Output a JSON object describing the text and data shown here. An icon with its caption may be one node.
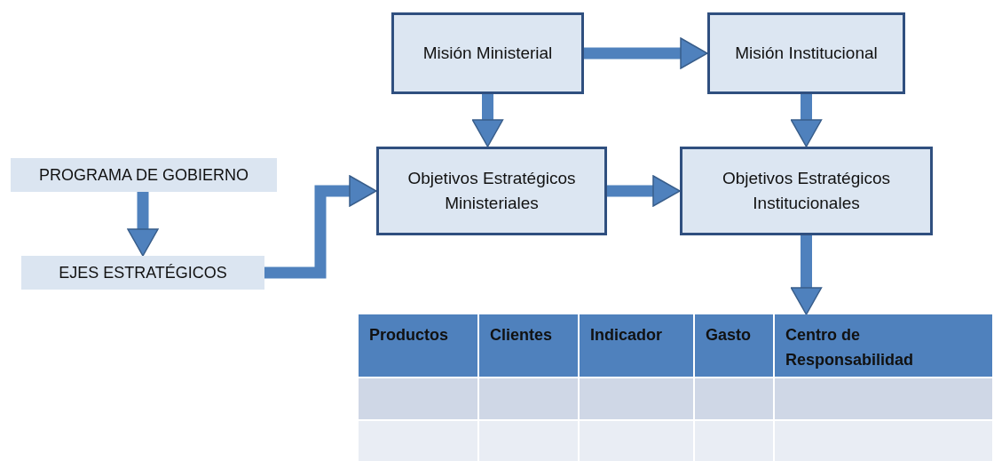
{
  "diagram": {
    "nodes": [
      {
        "text": [
          "PROGRAMA DE GOBIERNO"
        ]
      },
      {
        "text": [
          "EJES ESTRATÉGICOS"
        ]
      },
      {
        "text": [
          "Misión Ministerial"
        ]
      },
      {
        "text": [
          "Misión Institucional"
        ]
      },
      {
        "text": [
          "Objetivos Estratégicos Ministeriales"
        ]
      },
      {
        "text": [
          "Objetivos Estratégicos Institucionales"
        ]
      },
      {
        "text": [
          "Productos",
          "Clientes",
          "Indicador",
          "Gasto",
          "Centro de Responsabilidad"
        ]
      }
    ],
    "edges": [
      {
        "from": 0,
        "to": 1,
        "arrow": "to"
      },
      {
        "from": 1,
        "to": 4,
        "arrow": "to"
      },
      {
        "from": 2,
        "to": 3,
        "arrow": "to"
      },
      {
        "from": 2,
        "to": 4,
        "arrow": "to"
      },
      {
        "from": 4,
        "to": 5,
        "arrow": "to"
      },
      {
        "from": 3,
        "to": 5,
        "arrow": "to"
      },
      {
        "from": 5,
        "to": 6,
        "arrow": "to"
      }
    ]
  }
}
